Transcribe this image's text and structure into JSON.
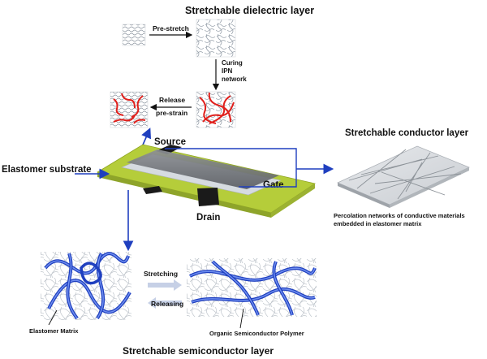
{
  "labels": {
    "dielectric_title": "Stretchable dielectric layer",
    "pre_stretch": "Pre-stretch",
    "curing_1": "Curing",
    "curing_2": "IPN",
    "curing_3": "network",
    "release": "Release",
    "pre_strain": "pre-strain",
    "source": "Source",
    "gate": "Gate",
    "drain": "Drain",
    "elastomer_substrate": "Elastomer substrate",
    "conductor_title": "Stretchable conductor layer",
    "percolation_1": "Percolation networks of conductive materials",
    "percolation_2": "embedded in elastomer matrix",
    "stretching": "Stretching",
    "releasing": "Releasing",
    "elastomer_matrix": "Elastomer Matrix",
    "organic_semiconductor": "Organic Semiconductor Polymer",
    "semiconductor_title": "Stretchable semiconductor layer"
  },
  "colors": {
    "substrate": "#b5cd3a",
    "arrow": "#1f3fbf",
    "fiber": "#2f55d4",
    "network": "#b9bfc6",
    "red_network": "#e0201c",
    "electrode": "#1a1a1a"
  }
}
